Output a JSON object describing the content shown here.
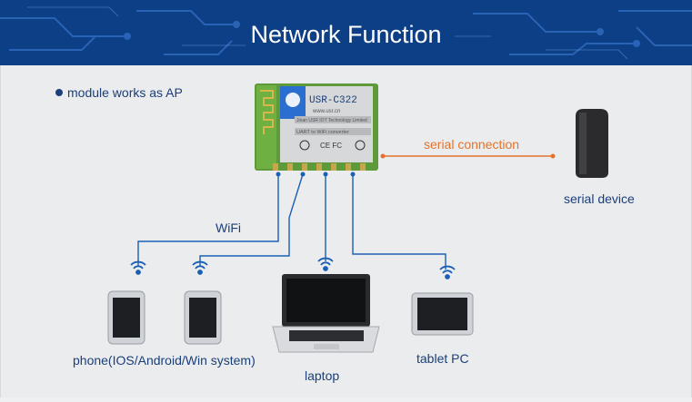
{
  "header": {
    "title": "Network Function"
  },
  "bullet": {
    "text": "module works as AP"
  },
  "module": {
    "model": "USR-C322",
    "website": "www.usr.cn",
    "line1": "Jinan USR IOT Technology Limited",
    "line2": "UART to WiFi converter",
    "cert_marks": "CE FC"
  },
  "labels": {
    "serial_connection": "serial connection",
    "serial_device": "serial device",
    "wifi": "WiFi",
    "phone": "phone(IOS/Android/Win system)",
    "laptop": "laptop",
    "tablet": "tablet PC"
  },
  "colors": {
    "banner": "#0d3f86",
    "accent_line": "#1a5fb4",
    "serial_line": "#e5722b",
    "text": "#1a3f7a"
  },
  "icons": [
    "wifi-signal-icon",
    "phone-icon",
    "laptop-icon",
    "tablet-icon",
    "serial-device-icon",
    "wifi-module-icon"
  ]
}
